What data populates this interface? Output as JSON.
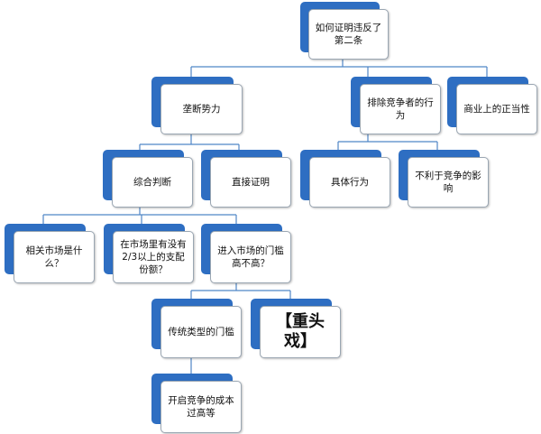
{
  "diagram": {
    "colors": {
      "accent": "#2e6ec2",
      "connector": "#4f86c6",
      "box_border": "#9aa6b2"
    },
    "nodes": {
      "root": "如何证明违反了第二条",
      "monopoly_power": "垄断势力",
      "exclusionary_conduct": "排除竞争者的行为",
      "business_justification": "商业上的正当性",
      "comprehensive_judgment": "综合判断",
      "direct_proof": "直接证明",
      "specific_conduct": "具体行为",
      "harm_to_competition": "不利于竞争的影响",
      "relevant_market": "相关市场是什么？",
      "market_share": "在市场里有没有2/3以上的支配份额？",
      "entry_barrier": "进入市场的门槛高不高？",
      "traditional_barrier": "传统类型的门槛",
      "highlight": "【重头戏】",
      "cost_too_high": "开启竞争的成本过高等"
    }
  }
}
